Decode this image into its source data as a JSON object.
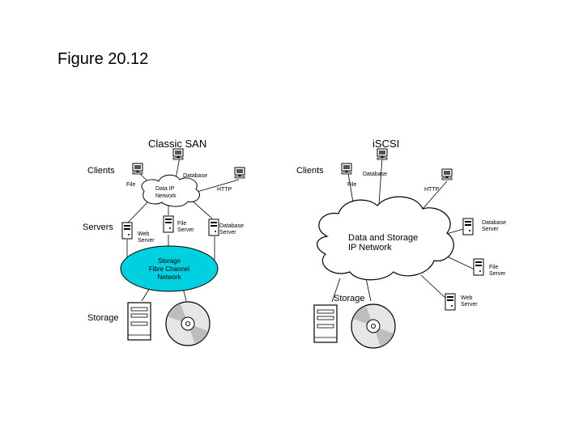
{
  "title": "Figure 20.12",
  "left_panel": {
    "heading": "Classic SAN",
    "row_clients": "Clients",
    "row_servers": "Servers",
    "row_storage": "Storage",
    "link_file": "File",
    "link_database": "Database",
    "link_http": "HTTP",
    "cloud_line1": "Data IP",
    "cloud_line2": "Network",
    "web_server_1": "Web",
    "web_server_2": "Server",
    "file_server_1": "File",
    "file_server_2": "Server",
    "db_server_1": "Database",
    "db_server_2": "Server",
    "san_line1": "Storage",
    "san_line2": "Fibre Channel",
    "san_line3": "Network"
  },
  "right_panel": {
    "heading": "iSCSI",
    "row_clients": "Clients",
    "link_file": "File",
    "link_database": "Database",
    "link_http": "HTTP",
    "cloud_line1": "Data and Storage",
    "cloud_line2": "IP Network",
    "storage_label": "Storage",
    "db_server_1": "Database",
    "db_server_2": "Server",
    "file_server_1": "File",
    "file_server_2": "Server",
    "web_server_1": "Web",
    "web_server_2": "Server"
  },
  "colors": {
    "san_fill": "#00d0e0",
    "line": "#000000",
    "cloud_fill": "#ffffff"
  }
}
